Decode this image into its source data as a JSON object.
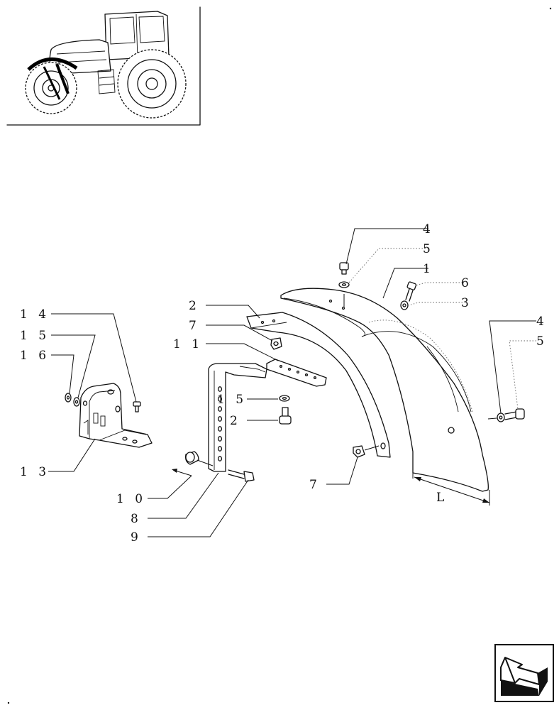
{
  "diagram": {
    "callouts": [
      {
        "id": "c4a",
        "text": "4"
      },
      {
        "id": "c5a",
        "text": "5"
      },
      {
        "id": "c1",
        "text": "1"
      },
      {
        "id": "c6",
        "text": "6"
      },
      {
        "id": "c3",
        "text": "3"
      },
      {
        "id": "c2a",
        "text": "2"
      },
      {
        "id": "c7a",
        "text": "7"
      },
      {
        "id": "c11",
        "text": "1 1"
      },
      {
        "id": "c15a",
        "text": "1 5"
      },
      {
        "id": "c2b",
        "text": "2"
      },
      {
        "id": "c14",
        "text": "1 4"
      },
      {
        "id": "c15b",
        "text": "1 5"
      },
      {
        "id": "c16",
        "text": "1 6"
      },
      {
        "id": "c13",
        "text": "1 3"
      },
      {
        "id": "c10",
        "text": "1 0"
      },
      {
        "id": "c8",
        "text": "8"
      },
      {
        "id": "c9",
        "text": "9"
      },
      {
        "id": "c7b",
        "text": "7"
      },
      {
        "id": "c4b",
        "text": "4"
      },
      {
        "id": "c5b",
        "text": "5"
      }
    ],
    "dimension_label": "L"
  },
  "icons": {
    "thumbnail": "tractor-thumbnail-icon",
    "navigation": "next-page-arrow-icon"
  }
}
